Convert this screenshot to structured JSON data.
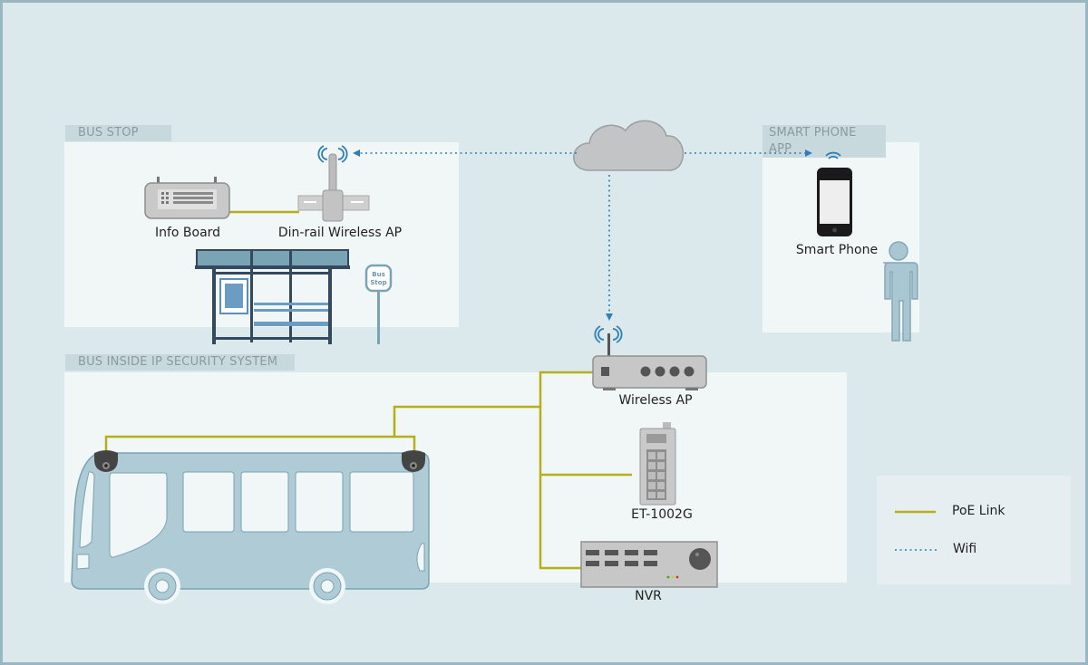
{
  "sections": {
    "bus_stop": "BUS STOP",
    "smart_phone_app": "SMART PHONE APP",
    "bus_inside": "BUS INSIDE IP SECURITY SYSTEM"
  },
  "devices": {
    "info_board": "Info Board",
    "din_rail_ap": "Din-rail Wireless AP",
    "smart_phone": "Smart Phone",
    "wireless_ap": "Wireless AP",
    "switch": "ET-1002G",
    "nvr": "NVR"
  },
  "bus_stop_sign": [
    "Bus",
    "Stop"
  ],
  "legend": {
    "poe": "PoE Link",
    "wifi": "Wifi"
  },
  "colors": {
    "poe_link": "#b5b019",
    "wifi_link": "#2e7fb8",
    "bus_body": "#aecbd6",
    "panel": "#f1f6f7",
    "background": "#dbe9ed"
  }
}
